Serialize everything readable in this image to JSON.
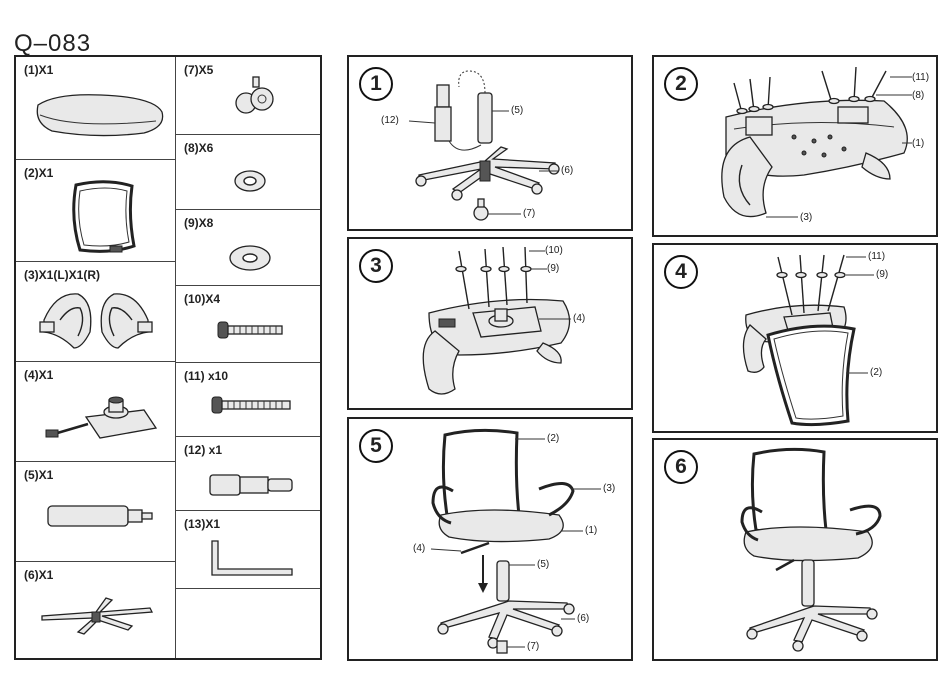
{
  "model": "Q–083",
  "parts": [
    {
      "label": "(1)X1",
      "icon": "seat-icon"
    },
    {
      "label": "(2)X1",
      "icon": "backrest-icon"
    },
    {
      "label": "(3)X1(L)X1(R)",
      "icon": "armrests-icon"
    },
    {
      "label": "(4)X1",
      "icon": "mechanism-icon"
    },
    {
      "label": "(5)X1",
      "icon": "gas-cylinder-icon"
    },
    {
      "label": "(6)X1",
      "icon": "base-icon"
    },
    {
      "label": "(7)X5",
      "icon": "caster-icon"
    },
    {
      "label": "(8)X6",
      "icon": "small-washer-icon"
    },
    {
      "label": "(9)X8",
      "icon": "large-washer-icon"
    },
    {
      "label": "(10)X4",
      "icon": "short-bolt-icon"
    },
    {
      "label": "(11) x10",
      "icon": "long-bolt-icon"
    },
    {
      "label": "(12) x1",
      "icon": "cylinder-cover-icon"
    },
    {
      "label": "(13)X1",
      "icon": "hex-key-icon"
    }
  ],
  "steps": [
    {
      "number": "1",
      "callouts": [
        "(12)",
        "(5)",
        "(6)",
        "(7)"
      ]
    },
    {
      "number": "2",
      "callouts": [
        "(11)",
        "(8)",
        "(1)",
        "(3)"
      ]
    },
    {
      "number": "3",
      "callouts": [
        "(10)",
        "(9)",
        "(4)"
      ]
    },
    {
      "number": "4",
      "callouts": [
        "(11)",
        "(9)",
        "(2)"
      ]
    },
    {
      "number": "5",
      "callouts": [
        "(2)",
        "(3)",
        "(1)",
        "(4)",
        "(5)",
        "(6)",
        "(7)"
      ]
    },
    {
      "number": "6",
      "callouts": []
    }
  ]
}
